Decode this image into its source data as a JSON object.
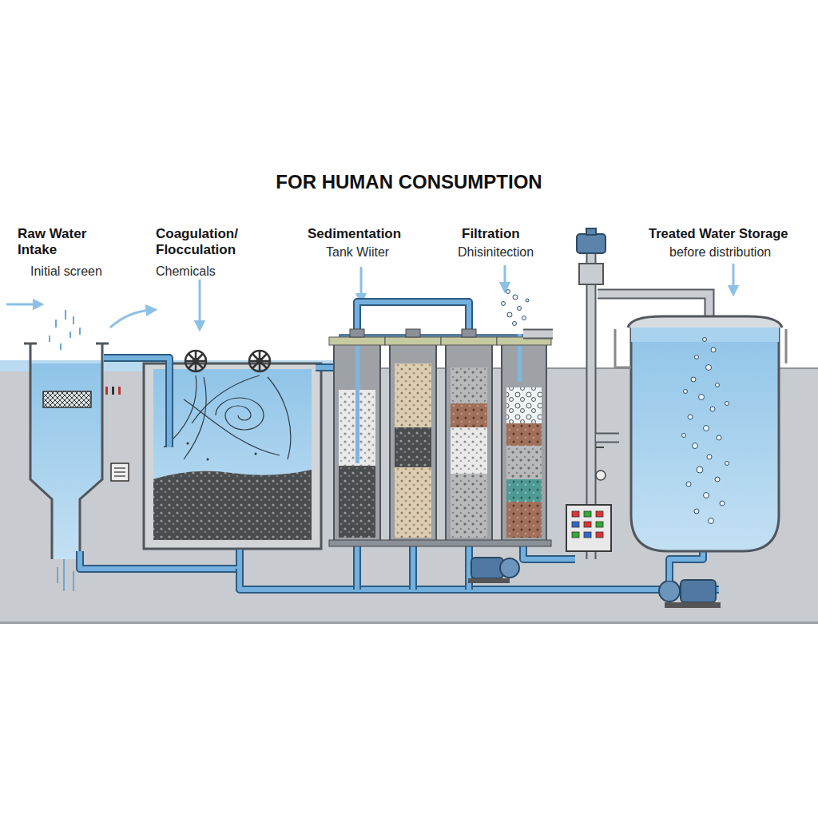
{
  "diagram": {
    "title": "FOR HUMAN CONSUMPTION",
    "labels": [
      "Raw Water Intake",
      "Initial screen",
      "Coagulation/ Flocculation",
      "Chemicals",
      "Sedimentation",
      "Tank Wiiter",
      "Filtration",
      "Dhisinitection",
      "Treated Water Storage",
      "before distribution"
    ]
  }
}
